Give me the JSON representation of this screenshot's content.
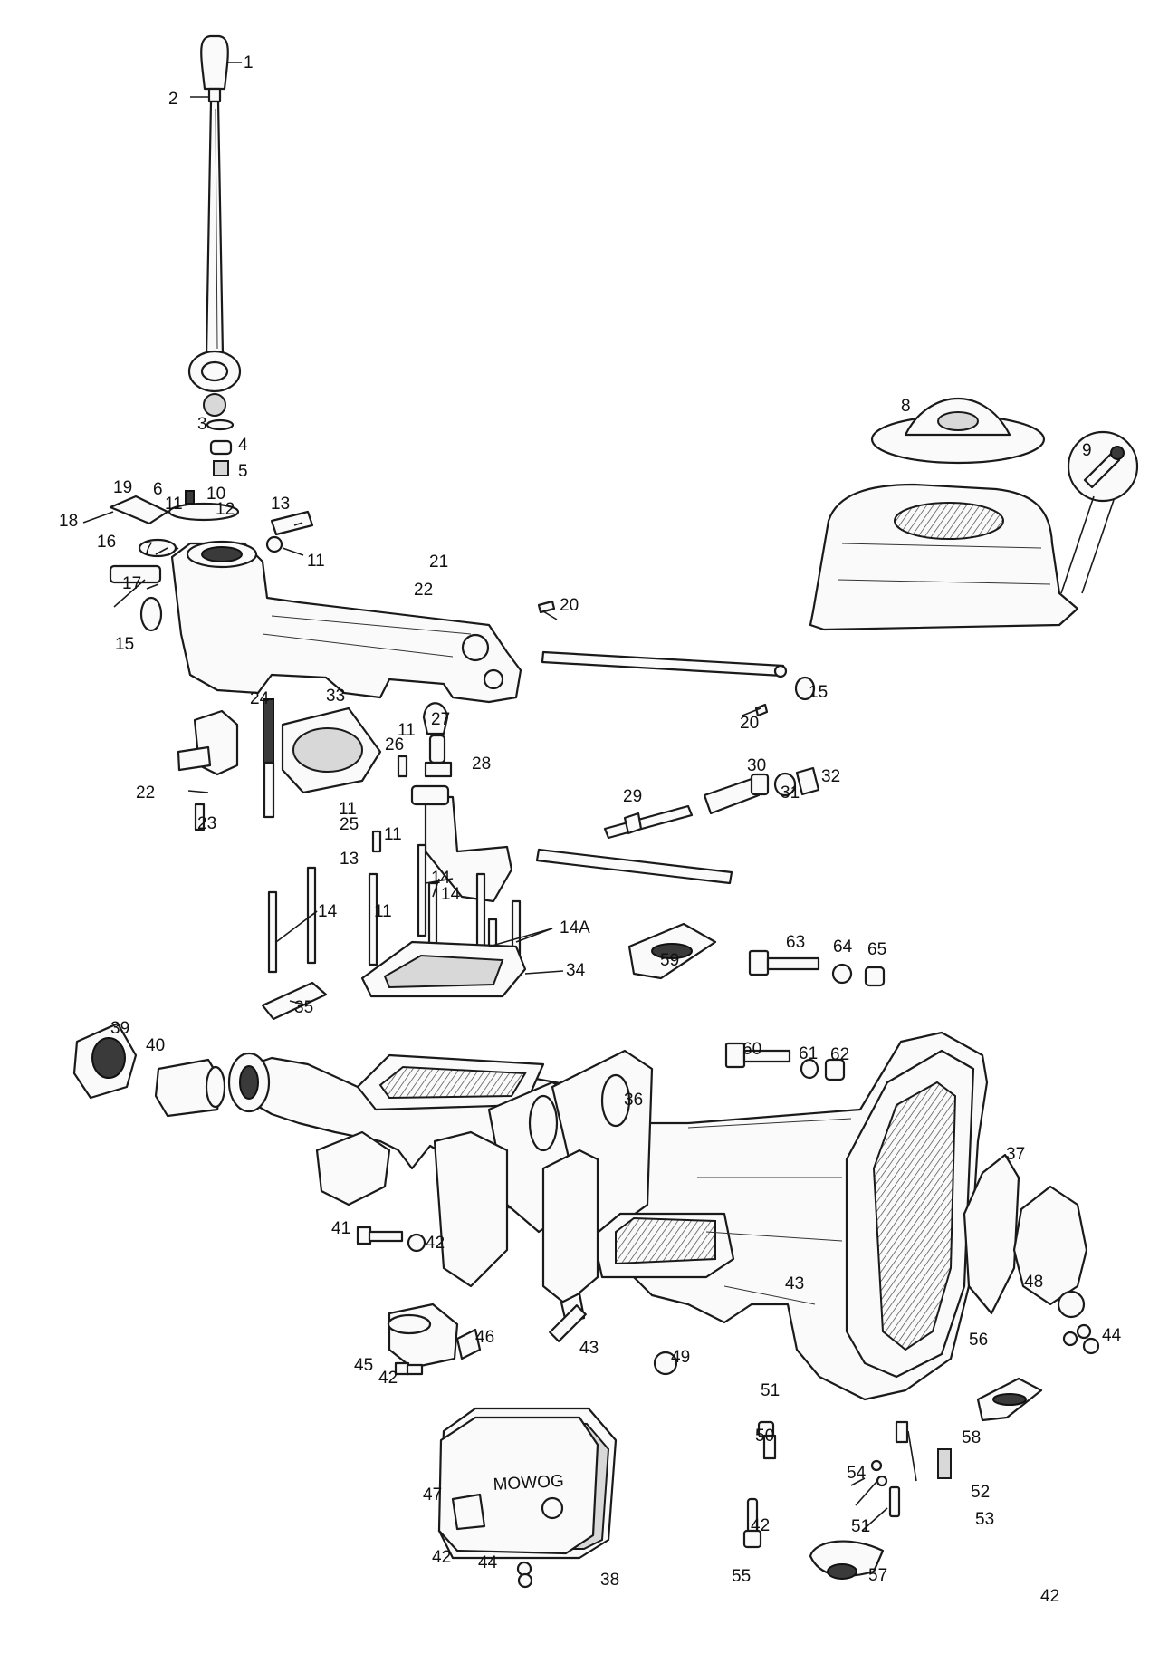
{
  "diagram": {
    "stamp_text": "MOWOG",
    "callouts": [
      "1",
      "2",
      "3",
      "4",
      "5",
      "6",
      "7",
      "8",
      "9",
      "10",
      "11",
      "11",
      "11",
      "11",
      "11",
      "11",
      "12",
      "13",
      "13",
      "14",
      "14",
      "14",
      "14A",
      "15",
      "15",
      "16",
      "17",
      "18",
      "19",
      "20",
      "20",
      "21",
      "22",
      "22",
      "23",
      "24",
      "25",
      "26",
      "27",
      "28",
      "29",
      "30",
      "31",
      "32",
      "33",
      "34",
      "35",
      "36",
      "37",
      "38",
      "39",
      "40",
      "41",
      "42",
      "42",
      "42",
      "42",
      "42",
      "43",
      "43",
      "44",
      "44",
      "45",
      "46",
      "47",
      "48",
      "49",
      "50",
      "51",
      "51",
      "52",
      "53",
      "54",
      "55",
      "56",
      "57",
      "58",
      "59",
      "60",
      "61",
      "62",
      "63",
      "64",
      "65"
    ]
  }
}
